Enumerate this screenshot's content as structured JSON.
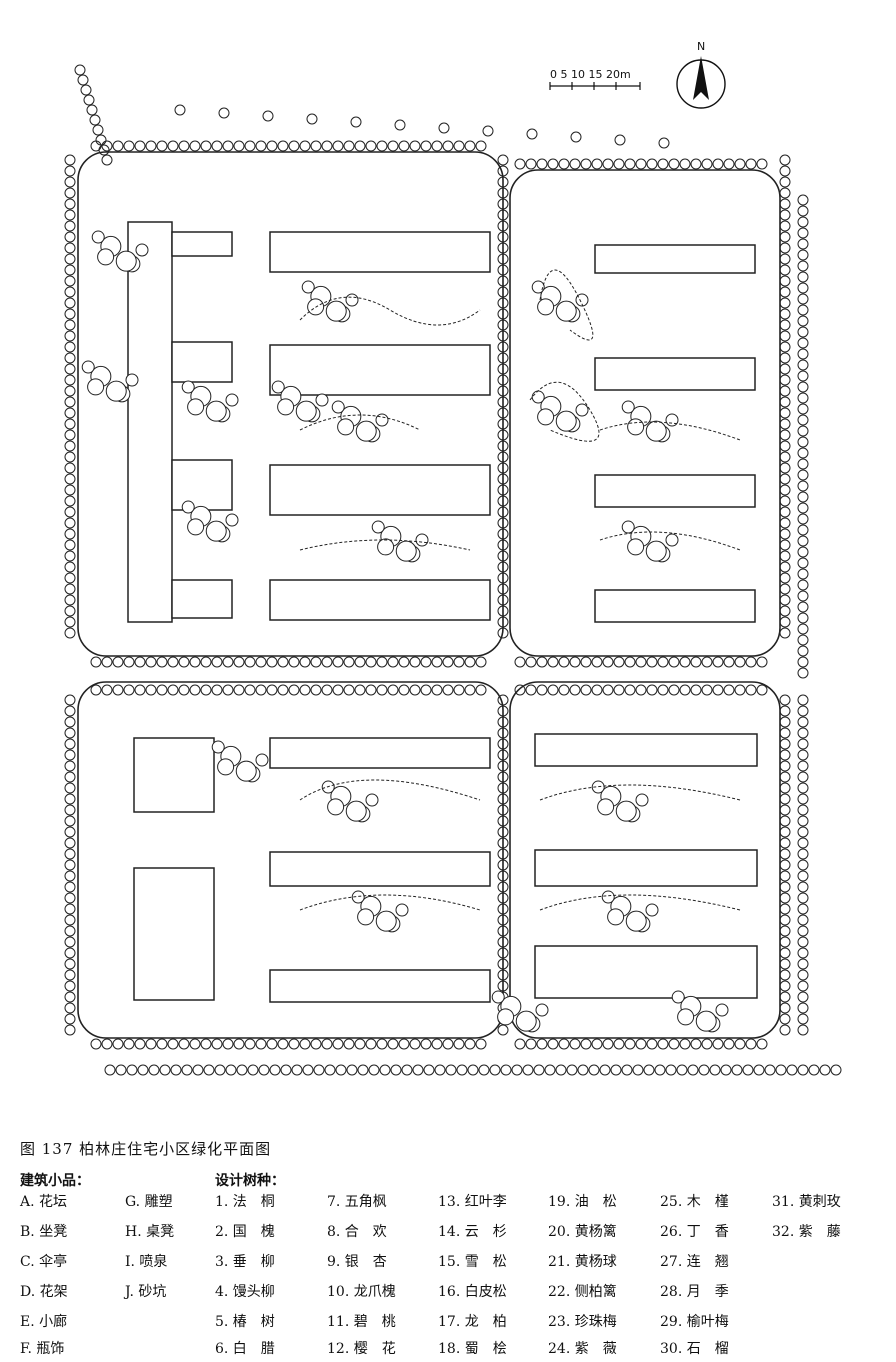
{
  "caption": "图 137  柏林庄住宅小区绿化平面图",
  "scale": {
    "label": "0 5 10 15 20m"
  },
  "north": "N",
  "legend": {
    "structures_title": "建筑小品：",
    "trees_title": "设计树种：",
    "structures": [
      "A. 花坛",
      "B. 坐凳",
      "C. 伞亭",
      "D. 花架",
      "E. 小廊",
      "F. 瓶饰",
      "G. 雕塑",
      "H. 桌凳",
      "I. 喷泉",
      "J. 砂坑"
    ],
    "trees": [
      "1. 法　桐",
      "2. 国　槐",
      "3. 垂　柳",
      "4. 馒头柳",
      "5. 椿　树",
      "6. 白　腊",
      "7. 五角枫",
      "8. 合　欢",
      "9. 银　杏",
      "10. 龙爪槐",
      "11. 碧　桃",
      "12. 樱　花",
      "13. 红叶李",
      "14. 云　杉",
      "15. 雪　松",
      "16. 白皮松",
      "17. 龙　柏",
      "18. 蜀　桧",
      "19. 油　松",
      "20. 黄杨篱",
      "21. 黄杨球",
      "22. 侧柏篱",
      "23. 珍珠梅",
      "24. 紫　薇",
      "25. 木　槿",
      "26. 丁　香",
      "27. 连　翘",
      "28. 月　季",
      "29. 榆叶梅",
      "30. 石　榴",
      "31. 黄刺玫",
      "32. 紫　藤"
    ]
  }
}
